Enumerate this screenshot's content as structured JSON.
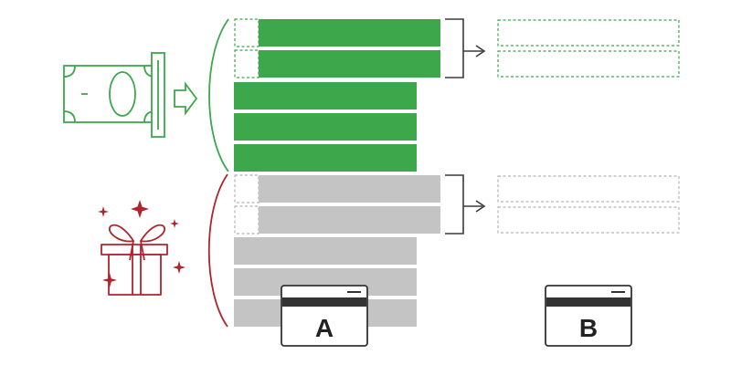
{
  "cards": [
    {
      "id": "A",
      "label": "A"
    },
    {
      "id": "B",
      "label": "B"
    }
  ],
  "icons": {
    "cash": "cash-deposit-icon",
    "gift": "gift-icon",
    "sparkle": "sparkle-icon"
  },
  "colors": {
    "green": "#3ca84b",
    "gray": "#c4c4c4",
    "red": "#b0242c",
    "dark": "#333333"
  },
  "groups": {
    "green": {
      "stack_count": 5,
      "moved_count": 2
    },
    "gray": {
      "stack_count": 5,
      "moved_count": 2
    }
  }
}
